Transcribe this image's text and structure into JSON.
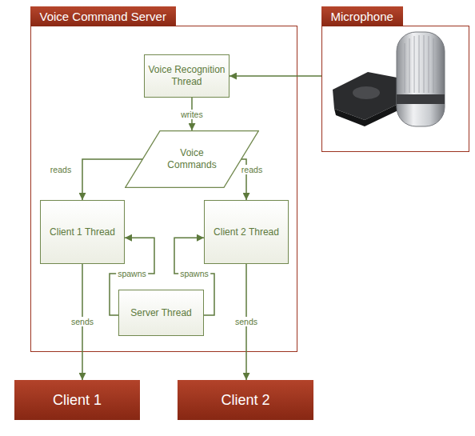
{
  "diagram": {
    "nodes": [
      {
        "text": [
          "Voice Command Server"
        ]
      },
      {
        "text": [
          "Voice Recognition Thread"
        ],
        "in": 0
      },
      {
        "text": [
          "Voice Commands"
        ],
        "in": 0
      },
      {
        "text": [
          "Client 1 Thread"
        ],
        "in": 0
      },
      {
        "text": [
          "Client 2 Thread"
        ],
        "in": 0
      },
      {
        "text": [
          "Server Thread"
        ],
        "in": 0
      },
      {
        "text": [
          "Microphone"
        ]
      },
      {
        "text": [
          "Client 1"
        ]
      },
      {
        "text": [
          "Client 2"
        ]
      }
    ],
    "edges": [
      {
        "from": 6,
        "to": 1,
        "arrow": "to"
      },
      {
        "from": 1,
        "to": 2,
        "label": "writes",
        "arrow": "to"
      },
      {
        "from": 2,
        "to": 3,
        "label": "reads",
        "arrow": "to"
      },
      {
        "from": 2,
        "to": 4,
        "label": "reads",
        "arrow": "to"
      },
      {
        "from": 5,
        "to": 3,
        "label": "spawns",
        "arrow": "to"
      },
      {
        "from": 5,
        "to": 4,
        "label": "spawns",
        "arrow": "to"
      },
      {
        "from": 3,
        "to": 7,
        "label": "sends",
        "arrow": "to"
      },
      {
        "from": 4,
        "to": 8,
        "label": "sends",
        "arrow": "to"
      }
    ]
  }
}
